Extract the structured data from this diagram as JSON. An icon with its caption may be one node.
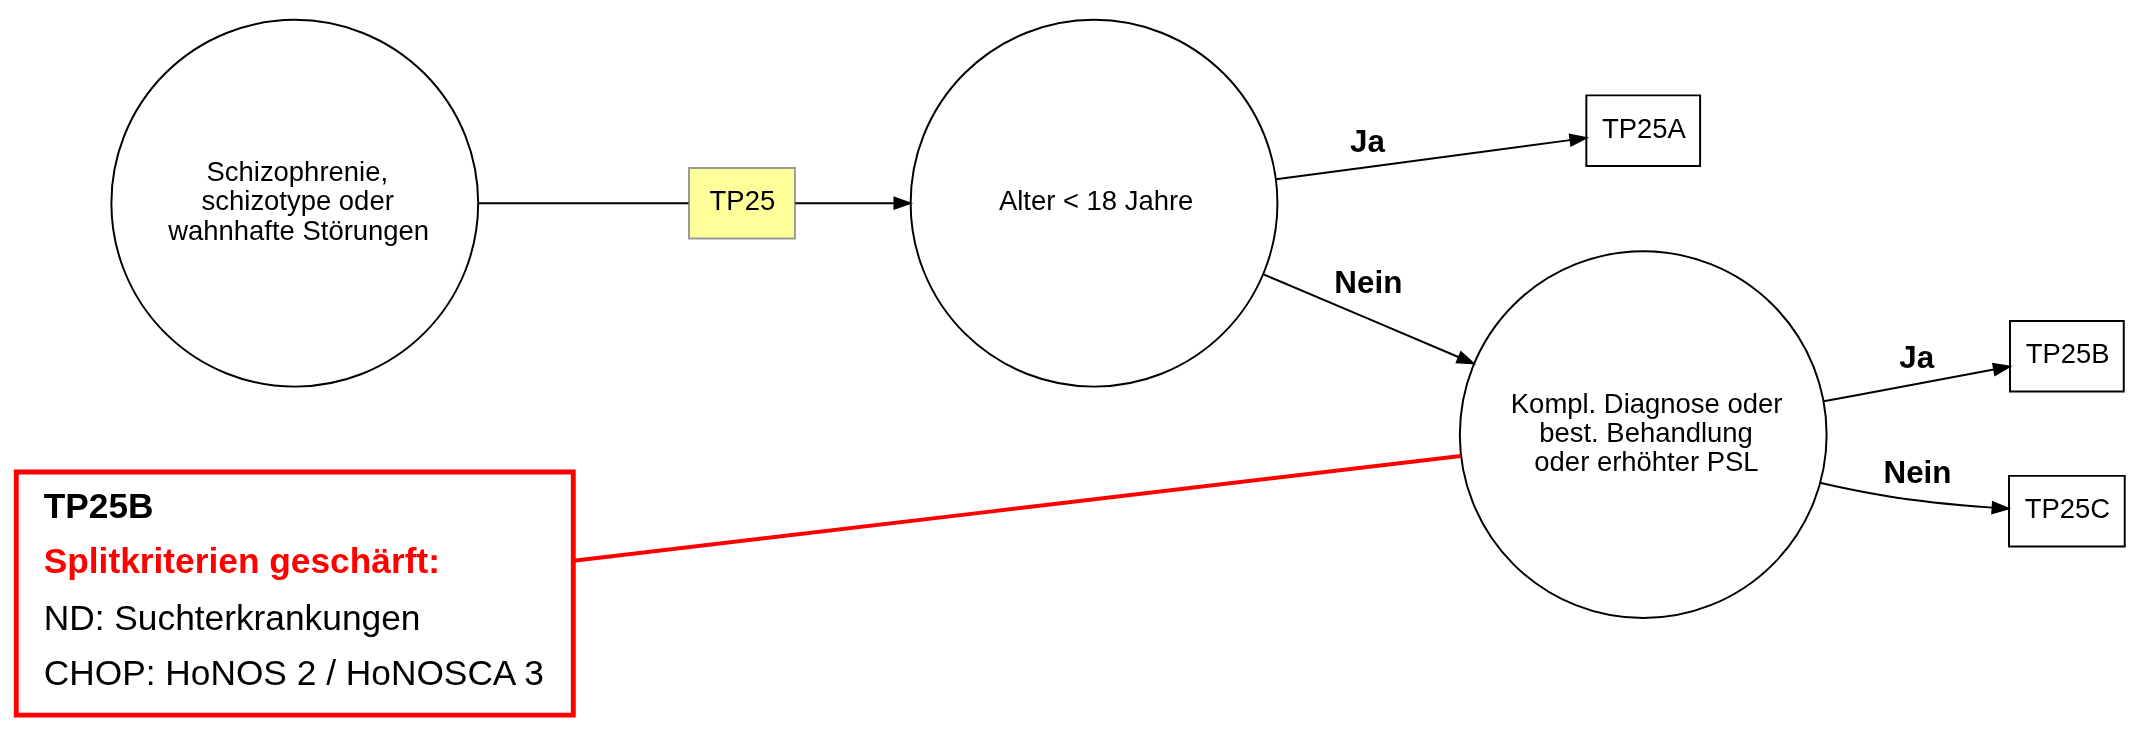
{
  "diagram": {
    "nodes": [
      {
        "text": [
          "Schizophrenie, schizotype oder wahnhafte Störungen"
        ]
      },
      {
        "text": [
          "TP25"
        ]
      },
      {
        "text": [
          "Alter < 18 Jahre"
        ]
      },
      {
        "text": [
          "TP25A"
        ]
      },
      {
        "text": [
          "Kompl. Diagnose oder best. Behandlung oder erhöhter PSL"
        ]
      },
      {
        "text": [
          "TP25B"
        ]
      },
      {
        "text": [
          "TP25C"
        ]
      },
      {
        "text": [
          "TP25B",
          "Splitkriterien geschärft:",
          "ND: Suchterkrankungen",
          "CHOP: HoNOS 2 / HoNOSCA 3"
        ]
      }
    ],
    "edges": [
      {
        "from": 0,
        "to": 1,
        "arrow": "none"
      },
      {
        "from": 1,
        "to": 2,
        "arrow": "to"
      },
      {
        "from": 2,
        "to": 3,
        "arrow": "to",
        "label": "Ja"
      },
      {
        "from": 2,
        "to": 4,
        "arrow": "to",
        "label": "Nein"
      },
      {
        "from": 4,
        "to": 5,
        "arrow": "to",
        "label": "Ja"
      },
      {
        "from": 4,
        "to": 6,
        "arrow": "to",
        "label": "Nein"
      },
      {
        "from": 7,
        "to": 4,
        "arrow": "none",
        "color": "#ff0000"
      }
    ]
  }
}
